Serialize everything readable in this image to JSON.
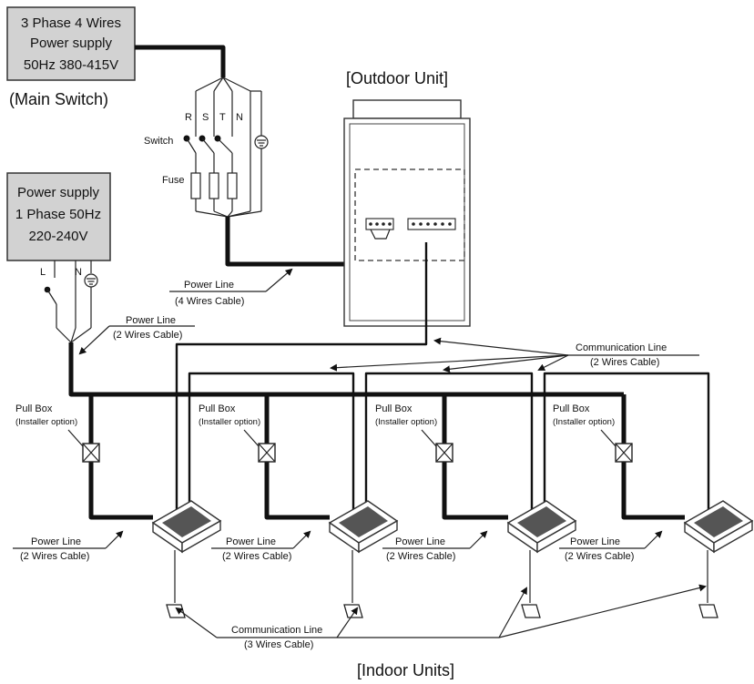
{
  "three_phase_supply": {
    "line1": "3 Phase 4 Wires",
    "line2": "Power supply",
    "line3": "50Hz 380-415V"
  },
  "main_switch_label": "(Main Switch)",
  "phase_labels": {
    "r": "R",
    "s": "S",
    "t": "T",
    "n": "N"
  },
  "switch_label": "Switch",
  "fuse_label": "Fuse",
  "single_phase_supply": {
    "line1": "Power supply",
    "line2": "1 Phase 50Hz",
    "line3": "220-240V"
  },
  "single_phase_terminals": {
    "l": "L",
    "n": "N"
  },
  "outdoor_unit_label": "[Outdoor Unit]",
  "indoor_units_label": "[Indoor Units]",
  "power_line_4": {
    "title": "Power Line",
    "cable": "(4 Wires Cable)"
  },
  "power_line_2_main": {
    "title": "Power Line",
    "cable": "(2 Wires Cable)"
  },
  "communication_line_2": {
    "title": "Communication Line",
    "cable": "(2 Wires Cable)"
  },
  "communication_line_3": {
    "title": "Communication Line",
    "cable": "(3 Wires Cable)"
  },
  "pull_boxes": [
    {
      "title": "Pull Box",
      "note": "(Installer option)"
    },
    {
      "title": "Pull Box",
      "note": "(Installer option)"
    },
    {
      "title": "Pull Box",
      "note": "(Installer option)"
    },
    {
      "title": "Pull Box",
      "note": "(Installer option)"
    }
  ],
  "indoor_power_lines": [
    {
      "title": "Power Line",
      "cable": "(2 Wires Cable)"
    },
    {
      "title": "Power Line",
      "cable": "(2 Wires Cable)"
    },
    {
      "title": "Power Line",
      "cable": "(2 Wires Cable)"
    },
    {
      "title": "Power Line",
      "cable": "(2 Wires Cable)"
    }
  ]
}
